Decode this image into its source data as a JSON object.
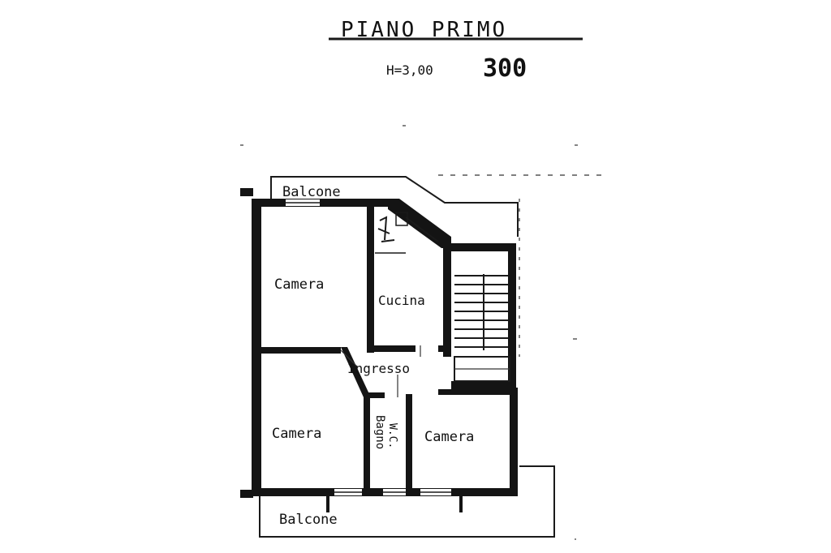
{
  "header": {
    "title": "PIANO PRIMO",
    "height_note": "H=3,00",
    "number": "300"
  },
  "rooms": {
    "balcone_top": "Balcone",
    "camera_nw": "Camera",
    "cucina": "Cucina",
    "ingresso": "Ingresso",
    "camera_sw": "Camera",
    "bagno": "Bagno",
    "wc": "W.C.",
    "camera_se": "Camera",
    "balcone_bottom": "Balcone"
  }
}
